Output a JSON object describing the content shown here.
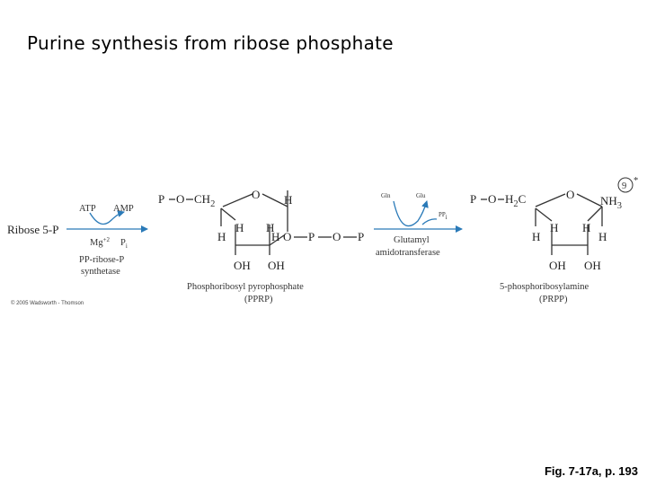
{
  "slide": {
    "title": "Purine synthesis from ribose phosphate",
    "figure_caption": "Fig. 7-17a, p. 193",
    "credit": "© 2005 Wadsworth - Thomson"
  },
  "reaction1": {
    "substrate": "Ribose 5-P",
    "cofactor_in": "ATP",
    "cofactor_out": "AMP",
    "metal_ion": "Mg",
    "metal_charge": "+2",
    "byproduct": "P",
    "byproduct_sub": "i",
    "enzyme_line1": "PP-ribose-P",
    "enzyme_line2": "synthetase"
  },
  "pprp": {
    "p": "P",
    "o": "O",
    "ch2": "CH",
    "ch2_sub": "2",
    "ring_o": "O",
    "h_top": "H",
    "h_left": "H",
    "h_c4": "H",
    "h_c3": "H",
    "h_c2": "H",
    "pp_o1": "O",
    "pp_p1": "P",
    "pp_o2": "O",
    "pp_p2": "P",
    "oh_left": "OH",
    "oh_right": "OH",
    "name": "Phosphoribosyl pyrophosphate",
    "abbrev": "(PPRP)"
  },
  "reaction2": {
    "cofactor_in": "Gln",
    "cofactor_out": "Glu",
    "byproduct": "PP",
    "byproduct_sub": "i",
    "enzyme_line1": "Glutamyl",
    "enzyme_line2": "amidotransferase"
  },
  "prpp": {
    "p": "P",
    "o": "O",
    "h2c": "H",
    "h2c_sub": "2",
    "h2c_c": "C",
    "ring_o": "O",
    "nh3": "NH",
    "nh3_sub": "3",
    "h_c4": "H",
    "h_c1": "H",
    "h_left": "H",
    "h_right": "H",
    "oh_left": "OH",
    "oh_right": "OH",
    "name": "5-phosphoribosylamine",
    "abbrev": "(PRPP)"
  },
  "step_marker": {
    "number": "9",
    "star": "*"
  }
}
